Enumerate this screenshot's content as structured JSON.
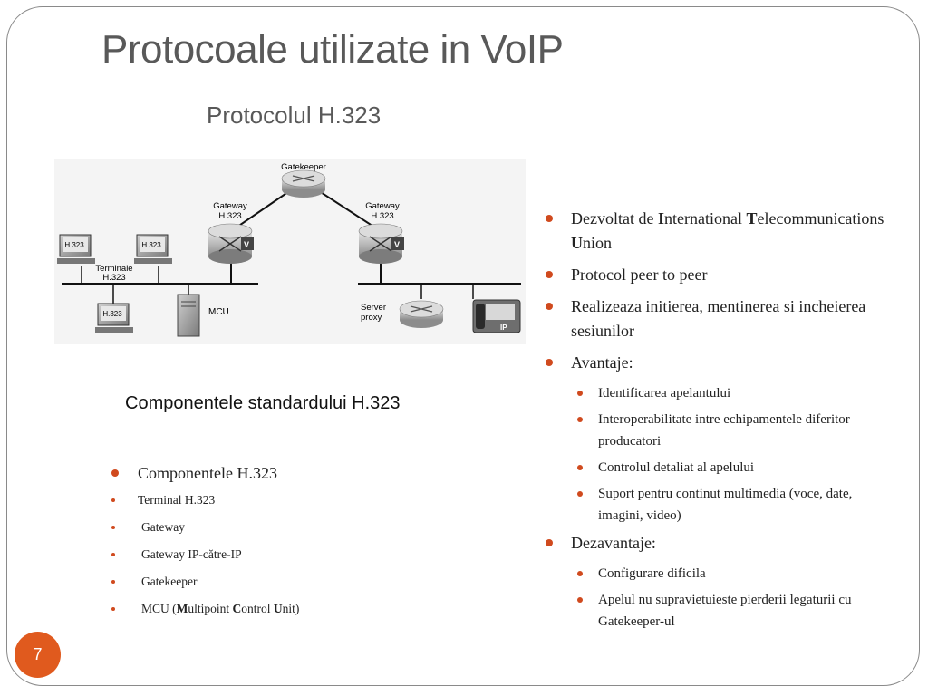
{
  "slide": {
    "title": "Protocoale utilizate in VoIP",
    "subtitle": "Protocolul H.323",
    "page_number": "7"
  },
  "diagram": {
    "labels": {
      "gatekeeper": "Gatekeeper",
      "gateway_left_1": "Gateway",
      "gateway_left_2": "H.323",
      "gateway_right_1": "Gateway",
      "gateway_right_2": "H.323",
      "terminal1": "H.323",
      "terminal2": "H.323",
      "terminal3": "H.323",
      "terminale_1": "Terminale",
      "terminale_2": "H.323",
      "mcu": "MCU",
      "server_1": "Server",
      "server_2": "proxy",
      "phone": "IP",
      "router_v_left": "V",
      "router_v_right": "V"
    },
    "caption": "Componentele standardului H.323"
  },
  "left_list": {
    "heading": "Componentele H.323",
    "items": [
      {
        "text": "Terminal H.323"
      },
      {
        "text": "Gateway"
      },
      {
        "text": "Gateway IP-către-IP"
      },
      {
        "text": "Gatekeeper"
      },
      {
        "prefix": "MCU (",
        "b1": "M",
        "t1": "ultipoint ",
        "b2": "C",
        "t2": "ontrol ",
        "b3": "U",
        "t3": "nit)"
      }
    ]
  },
  "right_list": {
    "item1": {
      "t0": "Dezvoltat de ",
      "b1": "I",
      "t1": "nternational ",
      "b2": "T",
      "t2": "elecommunications ",
      "b3": "U",
      "t3": "nion"
    },
    "item2": "Protocol peer to peer",
    "item3": "Realizeaza initierea, mentinerea si incheierea sesiunilor",
    "item4": "Avantaje:",
    "avantaje": [
      "Identificarea apelantului",
      "Interoperabilitate intre echipamentele diferitor producatori",
      "Controlul detaliat al apelului",
      "Suport pentru continut multimedia (voce, date, imagini, video)"
    ],
    "item5": "Dezavantaje:",
    "dezavantaje": [
      "Configurare dificila",
      "Apelul nu supravietuieste pierderii legaturii cu Gatekeeper-ul"
    ]
  }
}
